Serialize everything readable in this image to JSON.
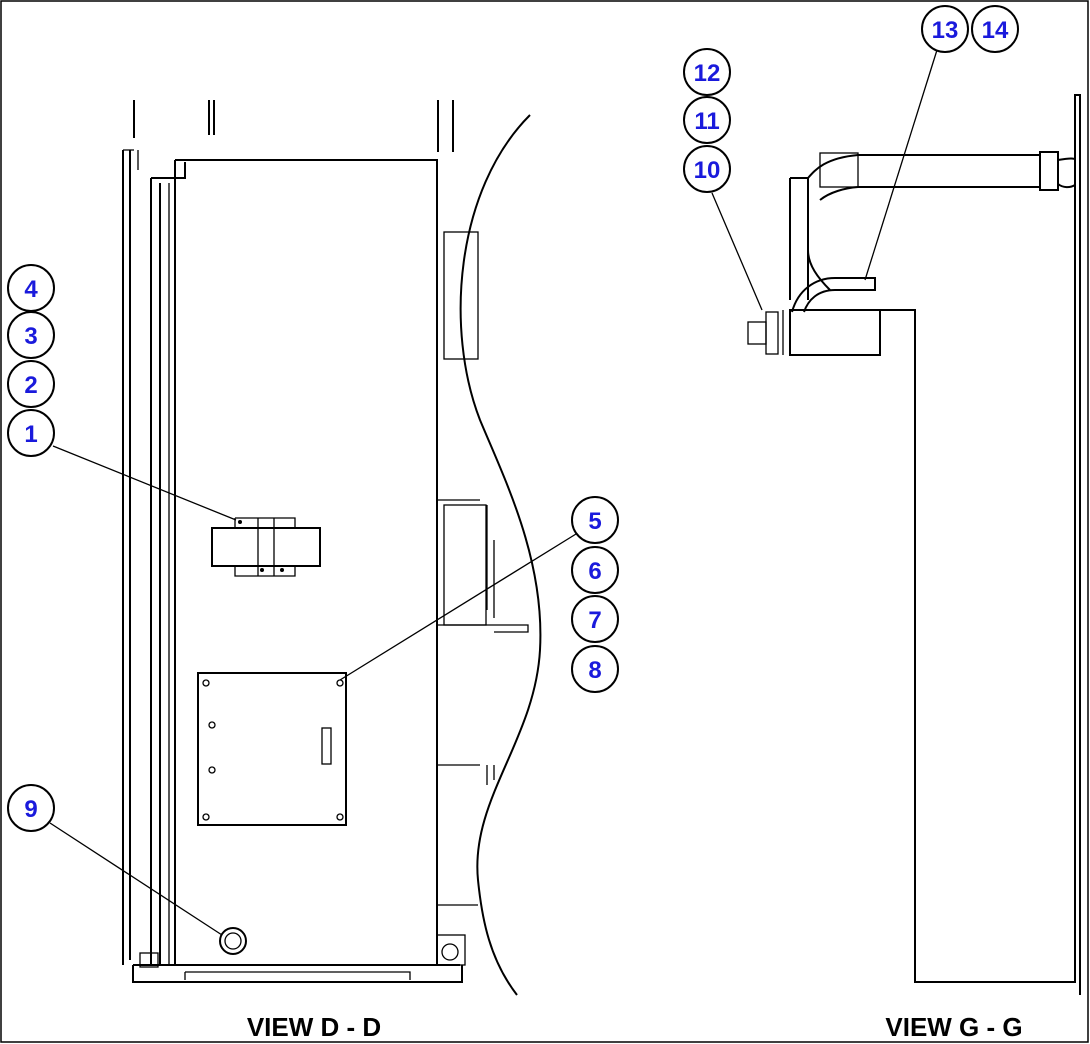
{
  "views": {
    "left_label": "VIEW D - D",
    "right_label": "VIEW G - G"
  },
  "callouts": {
    "c1": "1",
    "c2": "2",
    "c3": "3",
    "c4": "4",
    "c5": "5",
    "c6": "6",
    "c7": "7",
    "c8": "8",
    "c9": "9",
    "c10": "10",
    "c11": "11",
    "c12": "12",
    "c13": "13",
    "c14": "14"
  },
  "colors": {
    "callout_text": "#1a1adc",
    "line": "#000000",
    "background": "#ffffff"
  }
}
